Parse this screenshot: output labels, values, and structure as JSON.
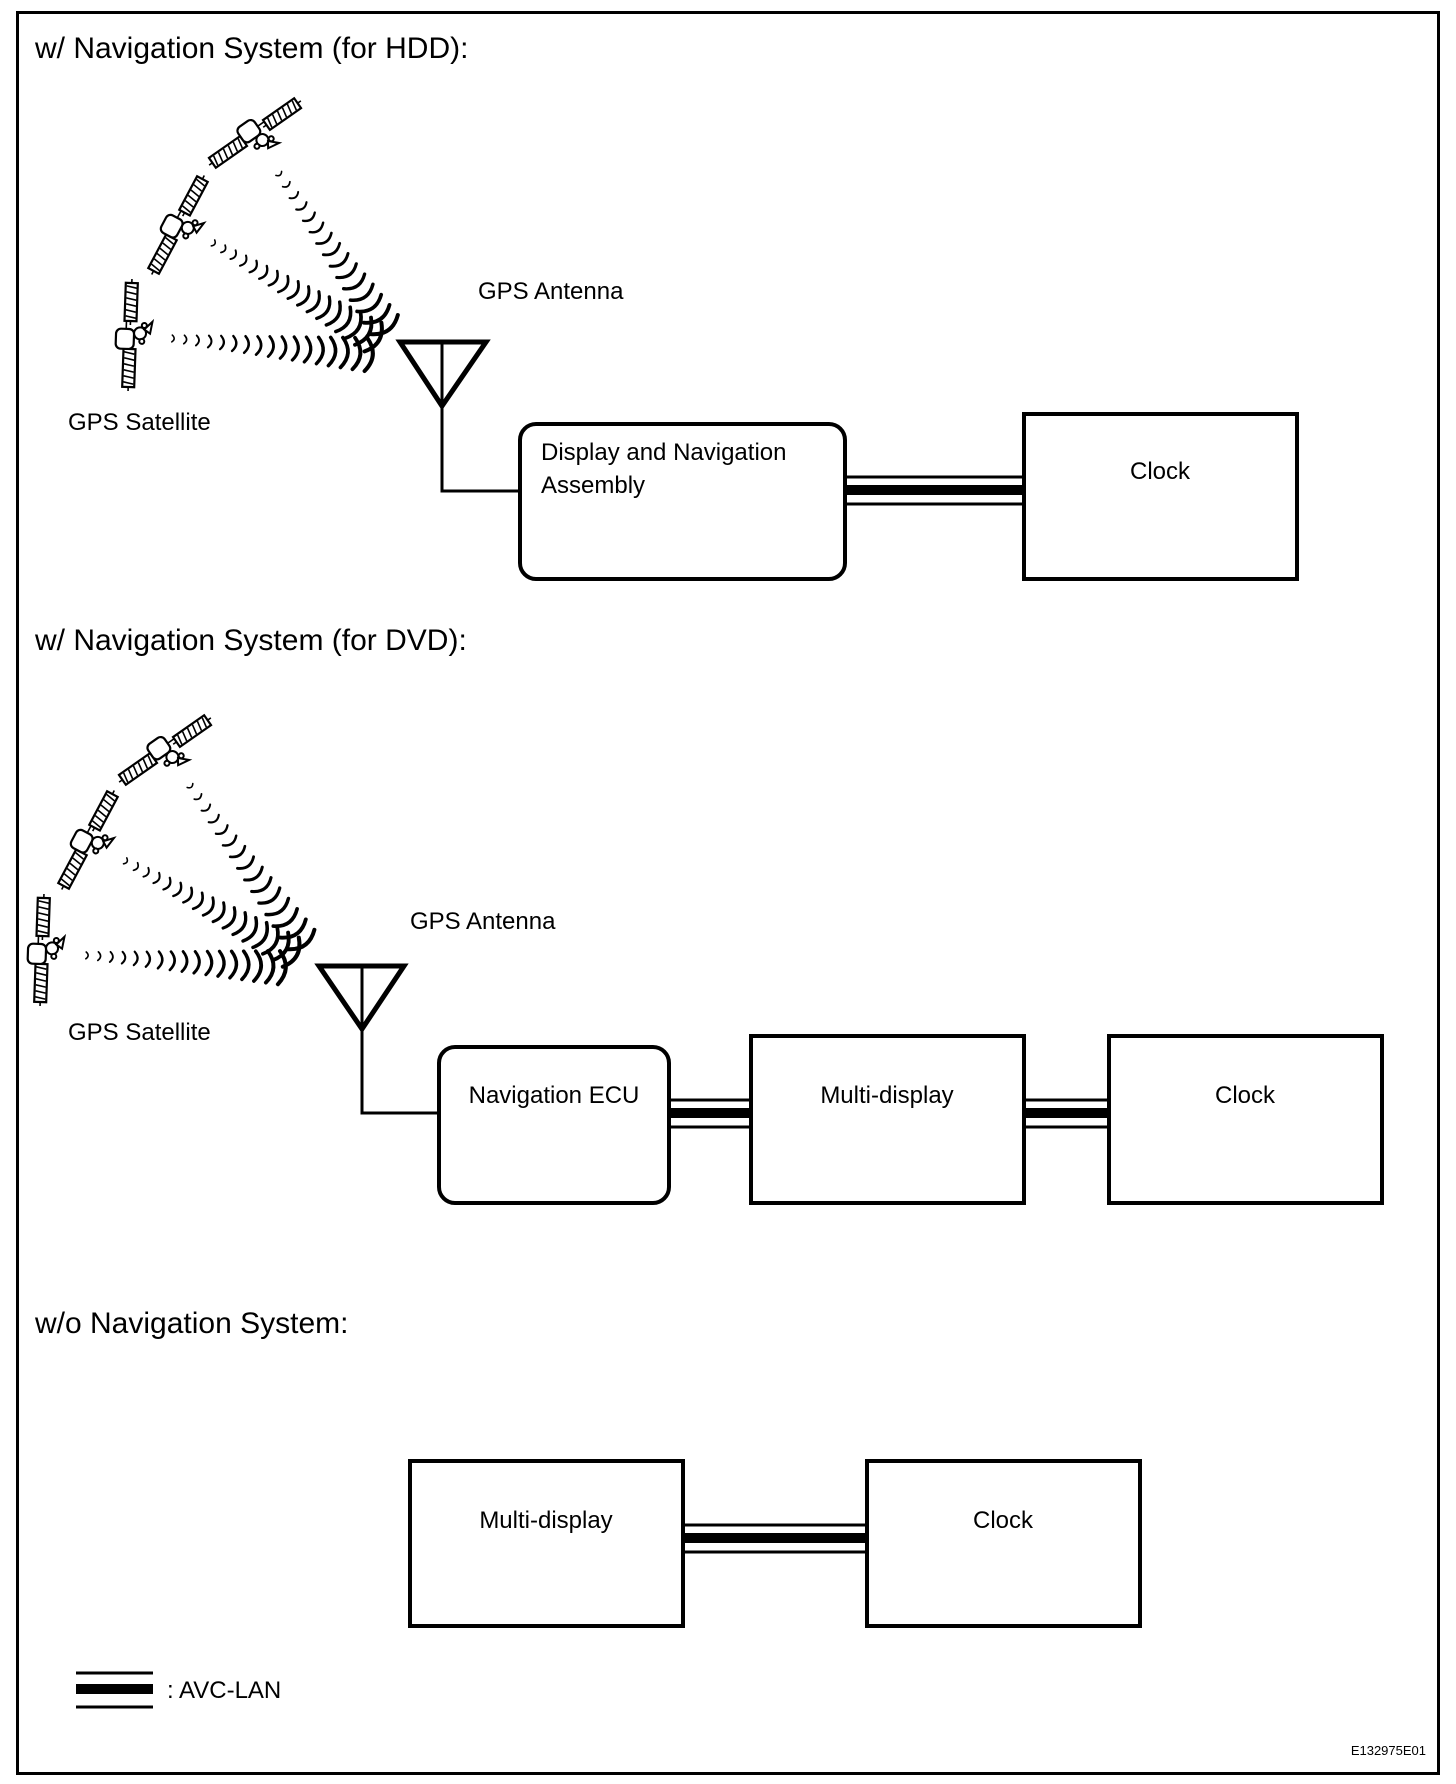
{
  "sections": {
    "hdd": {
      "title": "w/ Navigation System (for HDD):",
      "satellite_label": "GPS Satellite",
      "antenna_label": "GPS Antenna",
      "satellite_count": 3,
      "components": [
        {
          "id": "display-navigation-assembly",
          "lines": [
            "Display and Navigation",
            "Assembly"
          ],
          "shape": "rounded"
        },
        {
          "id": "clock",
          "lines": [
            "Clock"
          ],
          "shape": "rect"
        }
      ],
      "connections": [
        {
          "from": "gps-antenna",
          "to": "display-navigation-assembly",
          "type": "antenna-wire"
        },
        {
          "from": "display-navigation-assembly",
          "to": "clock",
          "type": "AVC-LAN"
        }
      ]
    },
    "dvd": {
      "title": "w/ Navigation System (for DVD):",
      "satellite_label": "GPS Satellite",
      "antenna_label": "GPS Antenna",
      "satellite_count": 3,
      "components": [
        {
          "id": "navigation-ecu",
          "lines": [
            "Navigation ECU"
          ],
          "shape": "rounded"
        },
        {
          "id": "multi-display",
          "lines": [
            "Multi-display"
          ],
          "shape": "rect"
        },
        {
          "id": "clock",
          "lines": [
            "Clock"
          ],
          "shape": "rect"
        }
      ],
      "connections": [
        {
          "from": "gps-antenna",
          "to": "navigation-ecu",
          "type": "antenna-wire"
        },
        {
          "from": "navigation-ecu",
          "to": "multi-display",
          "type": "AVC-LAN"
        },
        {
          "from": "multi-display",
          "to": "clock",
          "type": "AVC-LAN"
        }
      ]
    },
    "no_nav": {
      "title": "w/o Navigation System:",
      "components": [
        {
          "id": "multi-display",
          "lines": [
            "Multi-display"
          ],
          "shape": "rect"
        },
        {
          "id": "clock",
          "lines": [
            "Clock"
          ],
          "shape": "rect"
        }
      ],
      "connections": [
        {
          "from": "multi-display",
          "to": "clock",
          "type": "AVC-LAN"
        }
      ]
    }
  },
  "legend": {
    "symbol": "double-line-with-thick-center",
    "label": ": AVC-LAN"
  },
  "figure_code": "E132975E01",
  "colors": {
    "line": "#000000",
    "background": "#ffffff"
  }
}
